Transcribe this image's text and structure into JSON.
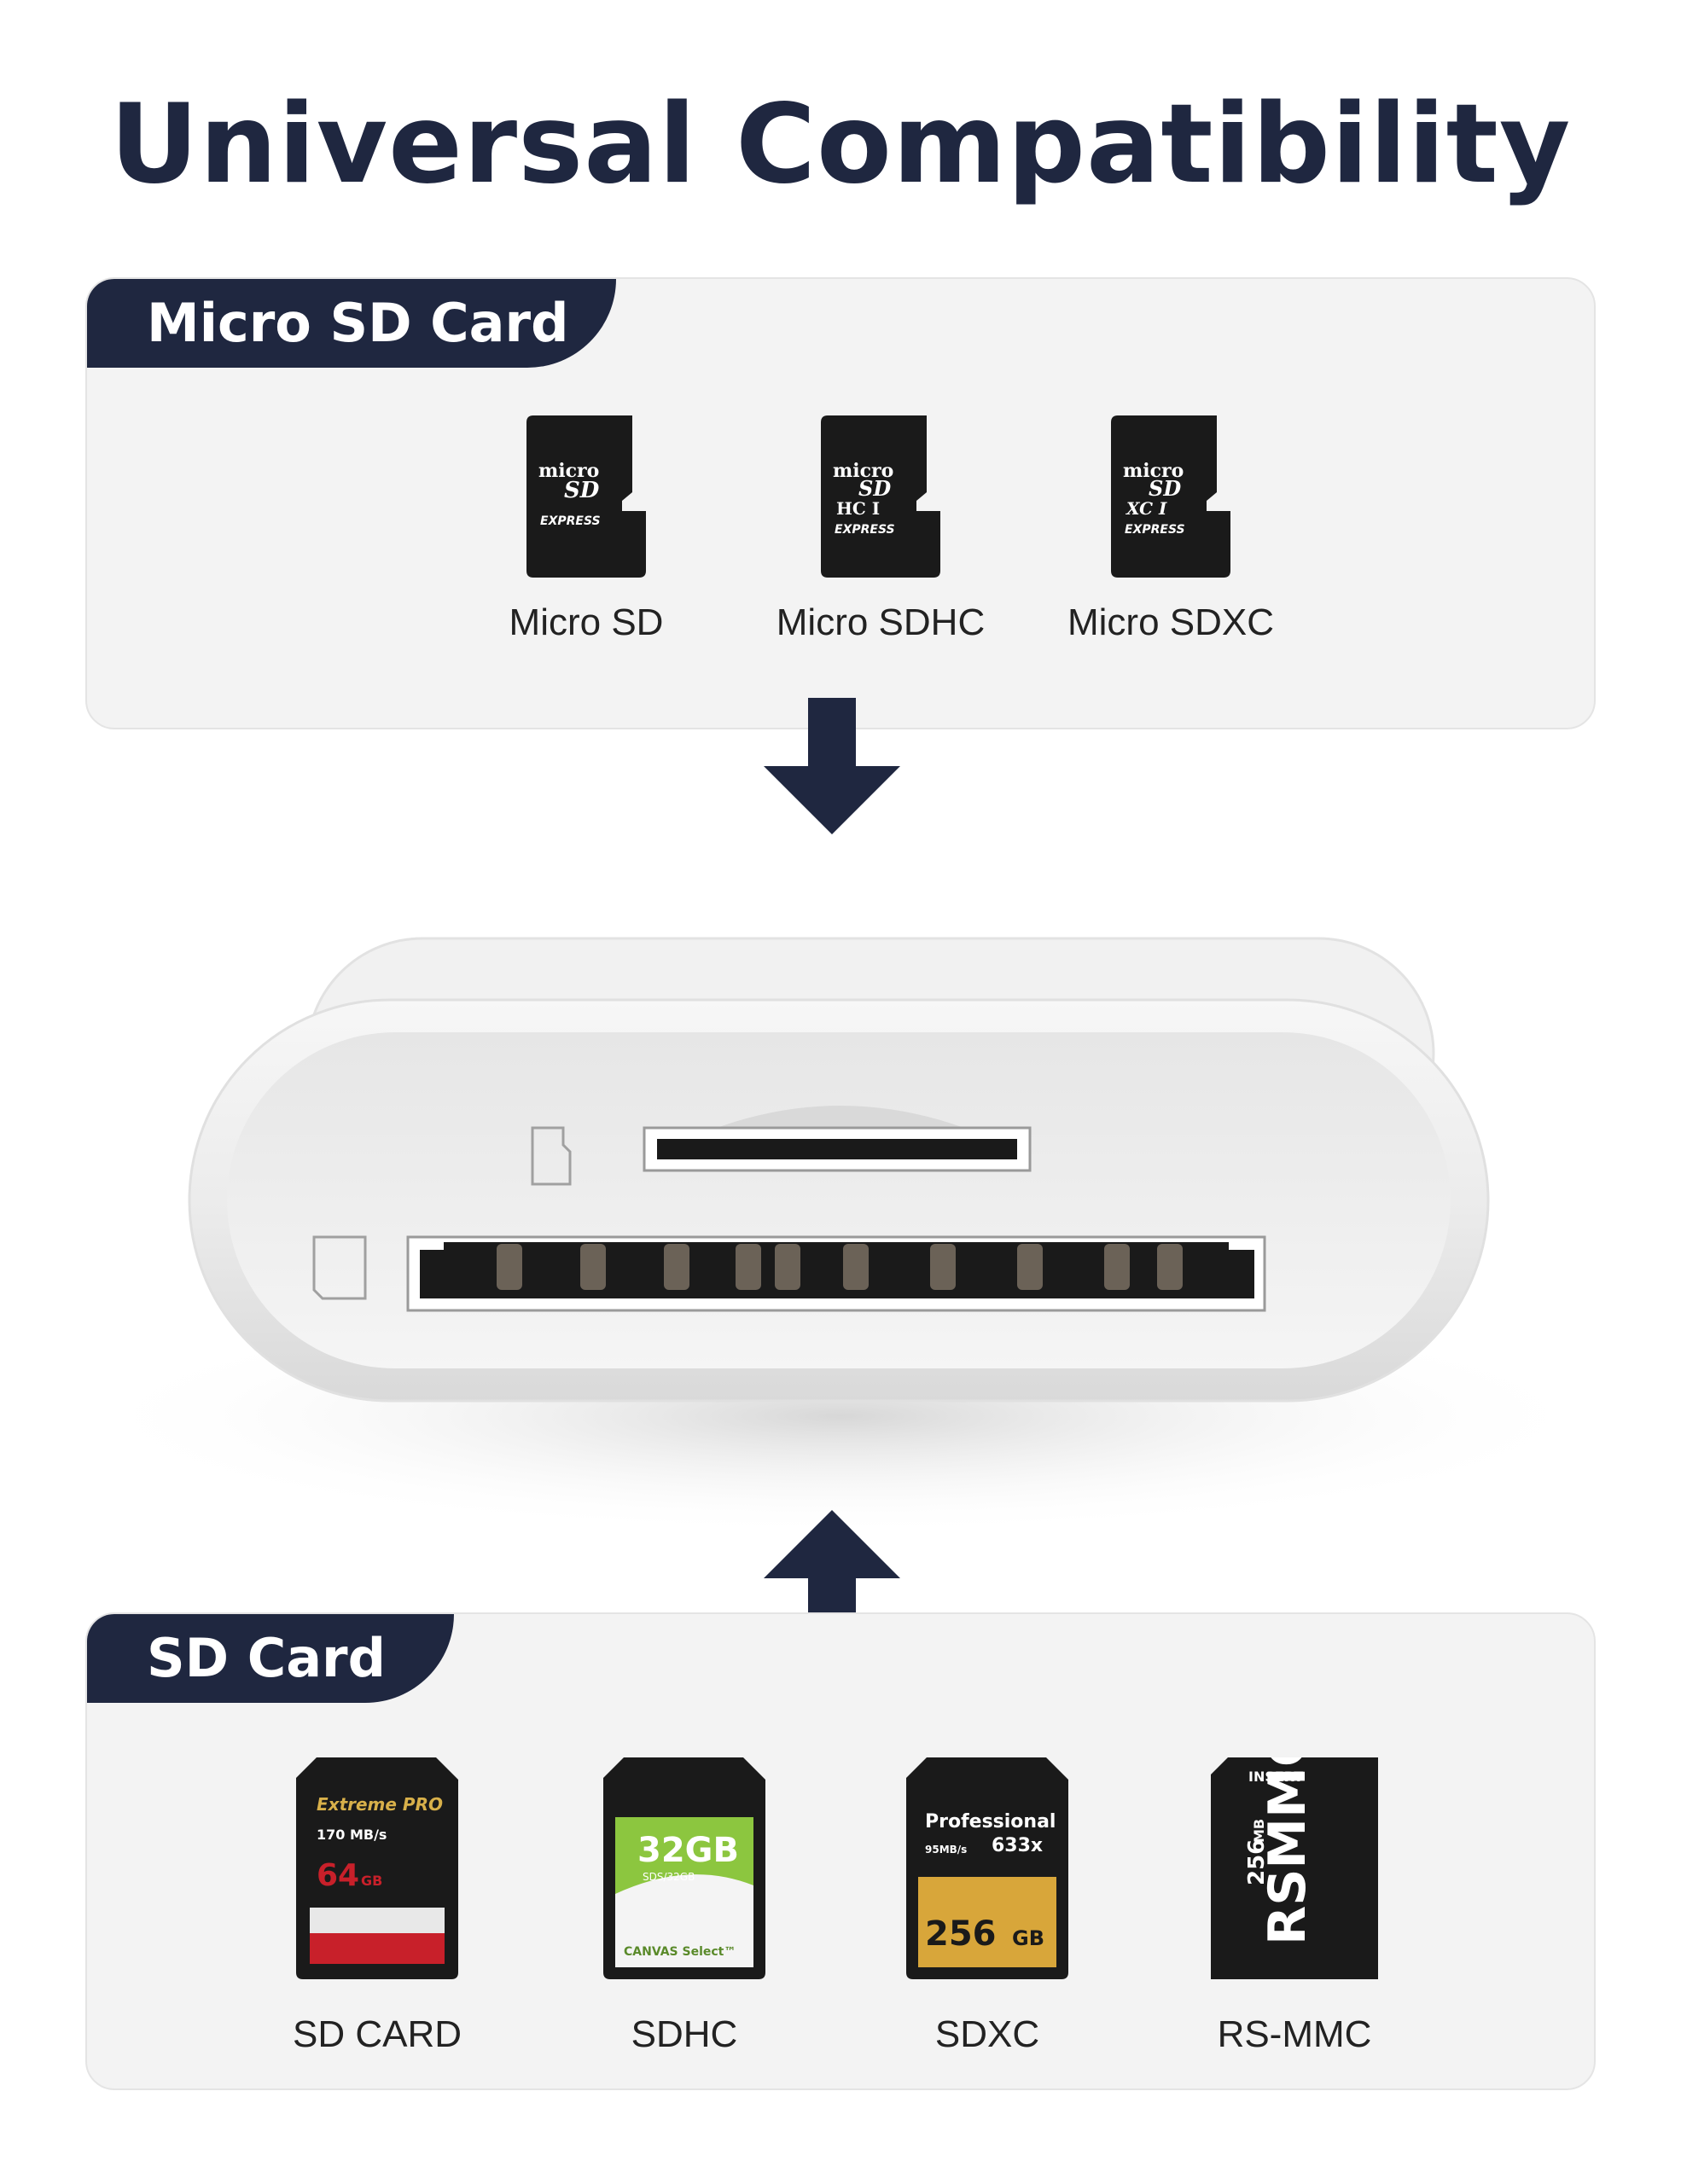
{
  "headline": "Universal Compatibility",
  "micro_panel": {
    "tab_label": "Micro SD Card",
    "cards": [
      {
        "label": "Micro SD",
        "logo_top": "micro",
        "logo_mid": "SD",
        "extra": "",
        "speed": "EXPRESS"
      },
      {
        "label": "Micro SDHC",
        "logo_top": "micro",
        "logo_mid": "SD",
        "extra": "HC I",
        "speed": "EXPRESS"
      },
      {
        "label": "Micro SDXC",
        "logo_top": "micro",
        "logo_mid": "SD",
        "extra": "XC I",
        "speed": "EXPRESS"
      }
    ]
  },
  "sd_panel": {
    "tab_label": "SD Card",
    "cards": [
      {
        "label": "SD CARD",
        "brand": "Extreme PRO",
        "speed": "170 MB/s",
        "capacity": "64",
        "unit": "GB"
      },
      {
        "label": "SDHC",
        "capacity": "32GB",
        "sub": "SDS/32GB",
        "brand": "CANVAS Select™"
      },
      {
        "label": "SDXC",
        "brand": "Professional",
        "rating": "633x",
        "speed": "95MB/s",
        "capacity": "256",
        "unit": "GB"
      },
      {
        "label": "RS-MMC",
        "insert": "INSERT",
        "capacity": "256",
        "unit": "MB",
        "brand": "RSMMC"
      }
    ]
  },
  "colors": {
    "navy": "#1f2740",
    "panel_bg": "#f3f3f3",
    "label_text": "#222222",
    "card_black": "#1a1a1a",
    "sandisk_red": "#c8202a",
    "canvas_green": "#8cc63f",
    "lexar_gold": "#d8a63a"
  },
  "icons": [
    "arrow-down-icon",
    "arrow-up-icon",
    "card-reader-image"
  ]
}
